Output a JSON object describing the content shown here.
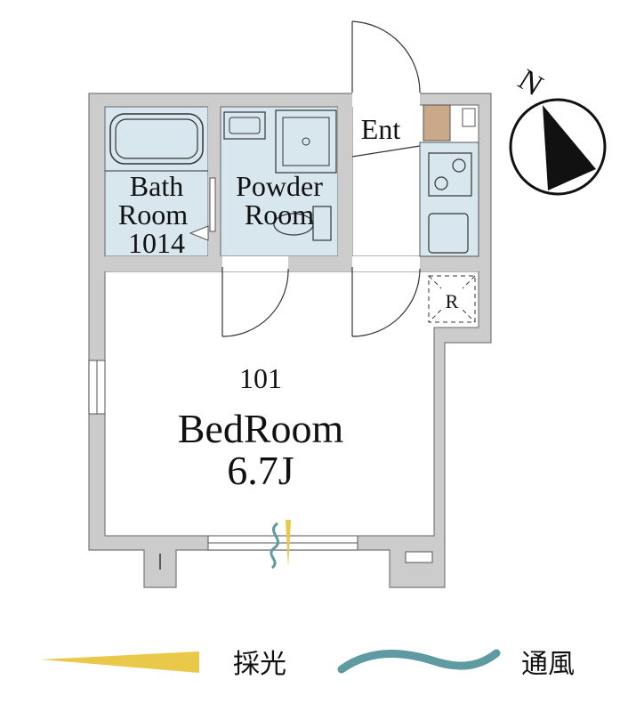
{
  "rooms": {
    "bath": {
      "line1": "Bath",
      "line2": "Room",
      "line3": "1014"
    },
    "powder": {
      "line1": "Powder",
      "line2": "Room"
    },
    "entrance": {
      "label": "Ent"
    },
    "refrigerator": {
      "label": "R"
    },
    "bedroom": {
      "unit": "101",
      "name": "BedRoom",
      "size": "6.7J"
    }
  },
  "compass": {
    "label": "N"
  },
  "legend": {
    "light": "採光",
    "ventilation": "通風"
  },
  "colors": {
    "wall": "#cccccc",
    "wet_area": "#d8e6ee",
    "entrance_tile": "#c9a98a",
    "light": "#e9c84a",
    "ventilation": "#5d9aa2"
  }
}
